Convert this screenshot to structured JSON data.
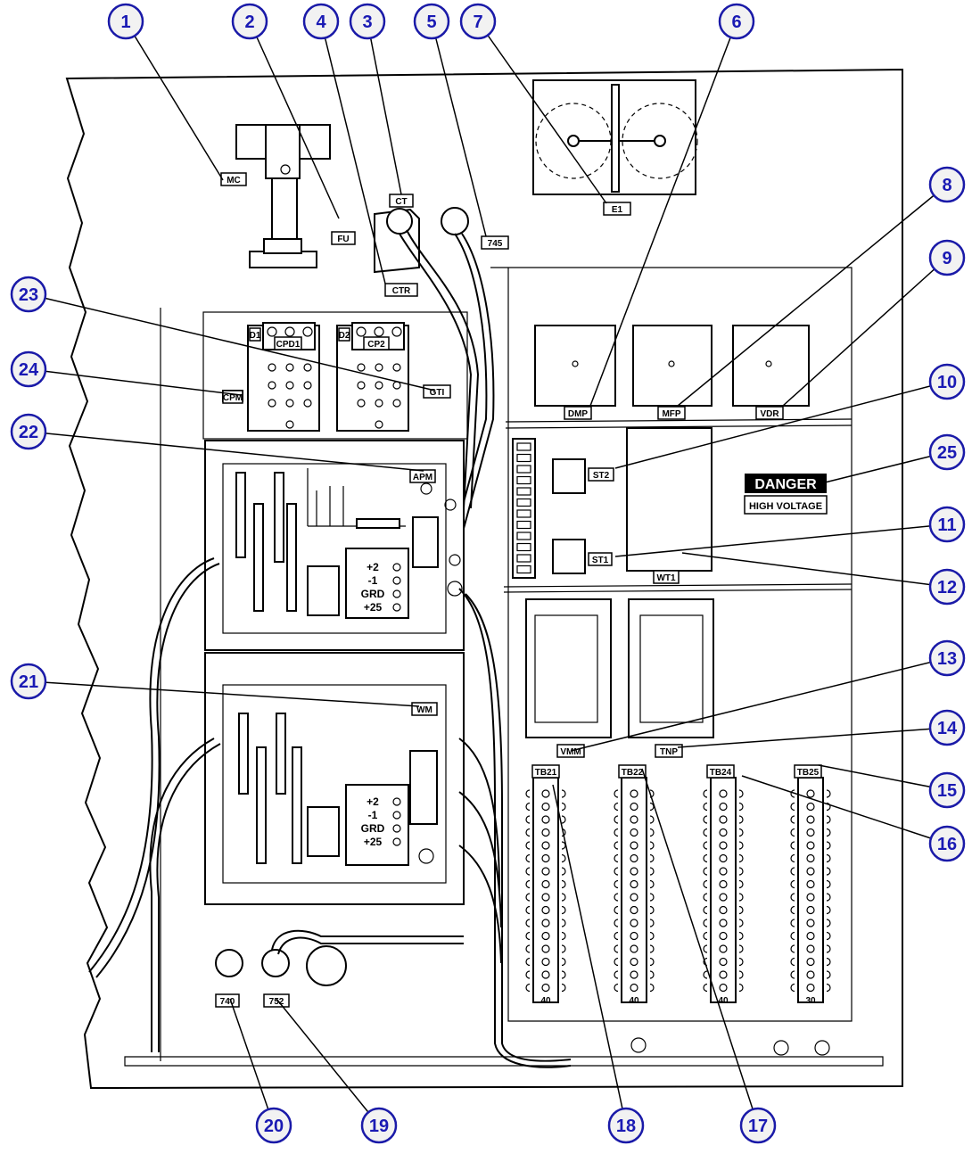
{
  "callouts": [
    {
      "n": "1"
    },
    {
      "n": "2"
    },
    {
      "n": "4"
    },
    {
      "n": "3"
    },
    {
      "n": "5"
    },
    {
      "n": "7"
    },
    {
      "n": "6"
    },
    {
      "n": "8"
    },
    {
      "n": "9"
    },
    {
      "n": "23"
    },
    {
      "n": "10"
    },
    {
      "n": "24"
    },
    {
      "n": "22"
    },
    {
      "n": "25"
    },
    {
      "n": "11"
    },
    {
      "n": "12"
    },
    {
      "n": "21"
    },
    {
      "n": "13"
    },
    {
      "n": "14"
    },
    {
      "n": "15"
    },
    {
      "n": "16"
    },
    {
      "n": "20"
    },
    {
      "n": "19"
    },
    {
      "n": "18"
    },
    {
      "n": "17"
    }
  ],
  "labels": {
    "mc": "MC",
    "fu": "FU",
    "ct": "CT",
    "ctr": "CTR",
    "w745": "745",
    "e1": "E1",
    "dmp": "DMP",
    "mfp": "MFP",
    "vdr": "VDR",
    "cpm": "CPM",
    "cpd1": "CPD1",
    "cp2": "CP2",
    "gti": "GTI",
    "apm": "APM",
    "st2": "ST2",
    "st1": "ST1",
    "wt1": "WT1",
    "wm": "WM",
    "vmm": "VMM",
    "tnp": "TNP",
    "tb21": "TB21",
    "tb22": "TB22",
    "tb24": "TB24",
    "tb25": "TB25",
    "w740": "740",
    "w752": "752",
    "d1": "D1",
    "d2": "D2"
  },
  "warning": {
    "danger": "DANGER",
    "high_voltage": "HIGH VOLTAGE"
  },
  "module_terminals": [
    "+2",
    "-1",
    "GRD",
    "+25"
  ],
  "tb_bottom_labels": [
    "40",
    "40",
    "40",
    "30"
  ]
}
